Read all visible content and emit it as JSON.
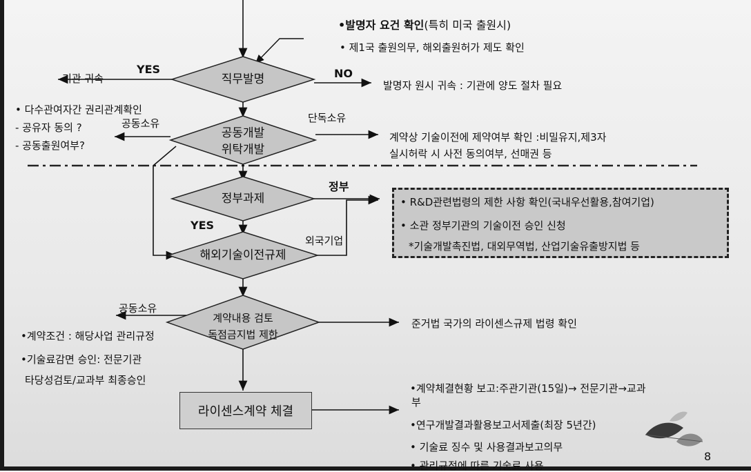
{
  "top_note": {
    "title_bold": "•발명자 요건 확인",
    "title_rest": "(특히 미국 출원시)",
    "sub": "• 제1국 출원의무, 해외출원허가 제도 확인"
  },
  "diamond1": {
    "label": "직무발명",
    "yes": "YES",
    "no": "NO",
    "left_result": "기관 귀속",
    "right_result": "발명자 원시 귀속 : 기관에 양도 절차 필요"
  },
  "diamond2": {
    "line1": "공동개발",
    "line2": "위탁개발",
    "left_branch": "공동소유",
    "right_branch": "단독소유",
    "left_notes": [
      "• 다수관여자간 권리관계확인",
      "- 공유자 동의 ?",
      "- 공동출원여부?"
    ],
    "right_notes": [
      "계약상 기술이전에 제약여부 확인 :비밀유지,제3자",
      "실시허락 시 사전 동의여부, 선매권 등"
    ]
  },
  "diamond3": {
    "label": "정부과제",
    "yes": "YES",
    "right_branch": "정부"
  },
  "gov_box": {
    "items": [
      "• R&D관련법령의 제한 사항 확인(국내우선활용,참여기업)",
      "• 소관 정부기관의 기술이전 승인 신청",
      "*기술개발촉진법, 대외무역법, 산업기술유출방지법 등"
    ]
  },
  "diamond4": {
    "label": "해외기술이전규제",
    "right_branch": "외국기업"
  },
  "diamond5": {
    "line1": "계약내용 검토",
    "line2": "독점금지법 제한",
    "left_branch": "공동소유",
    "right_result": "준거법 국가의 라이센스규제 법령 확인",
    "left_notes": [
      "•계약조건 : 해당사업 관리규정",
      "•기술료감면 승인: 전문기관",
      "타당성검토/교과부 최종승인"
    ]
  },
  "license_box": {
    "label": "라이센스계약 체결"
  },
  "final_notes": [
    "•계약체결현황 보고:주관기관(15일)→ 전문기관→교과",
    "부",
    "•연구개발결과활용보고서제출(최장 5년간)",
    "• 기술료 징수 및 사용결과보고의무",
    "• 관리규정에 따른 기술료 사용"
  ],
  "page_number": "8"
}
